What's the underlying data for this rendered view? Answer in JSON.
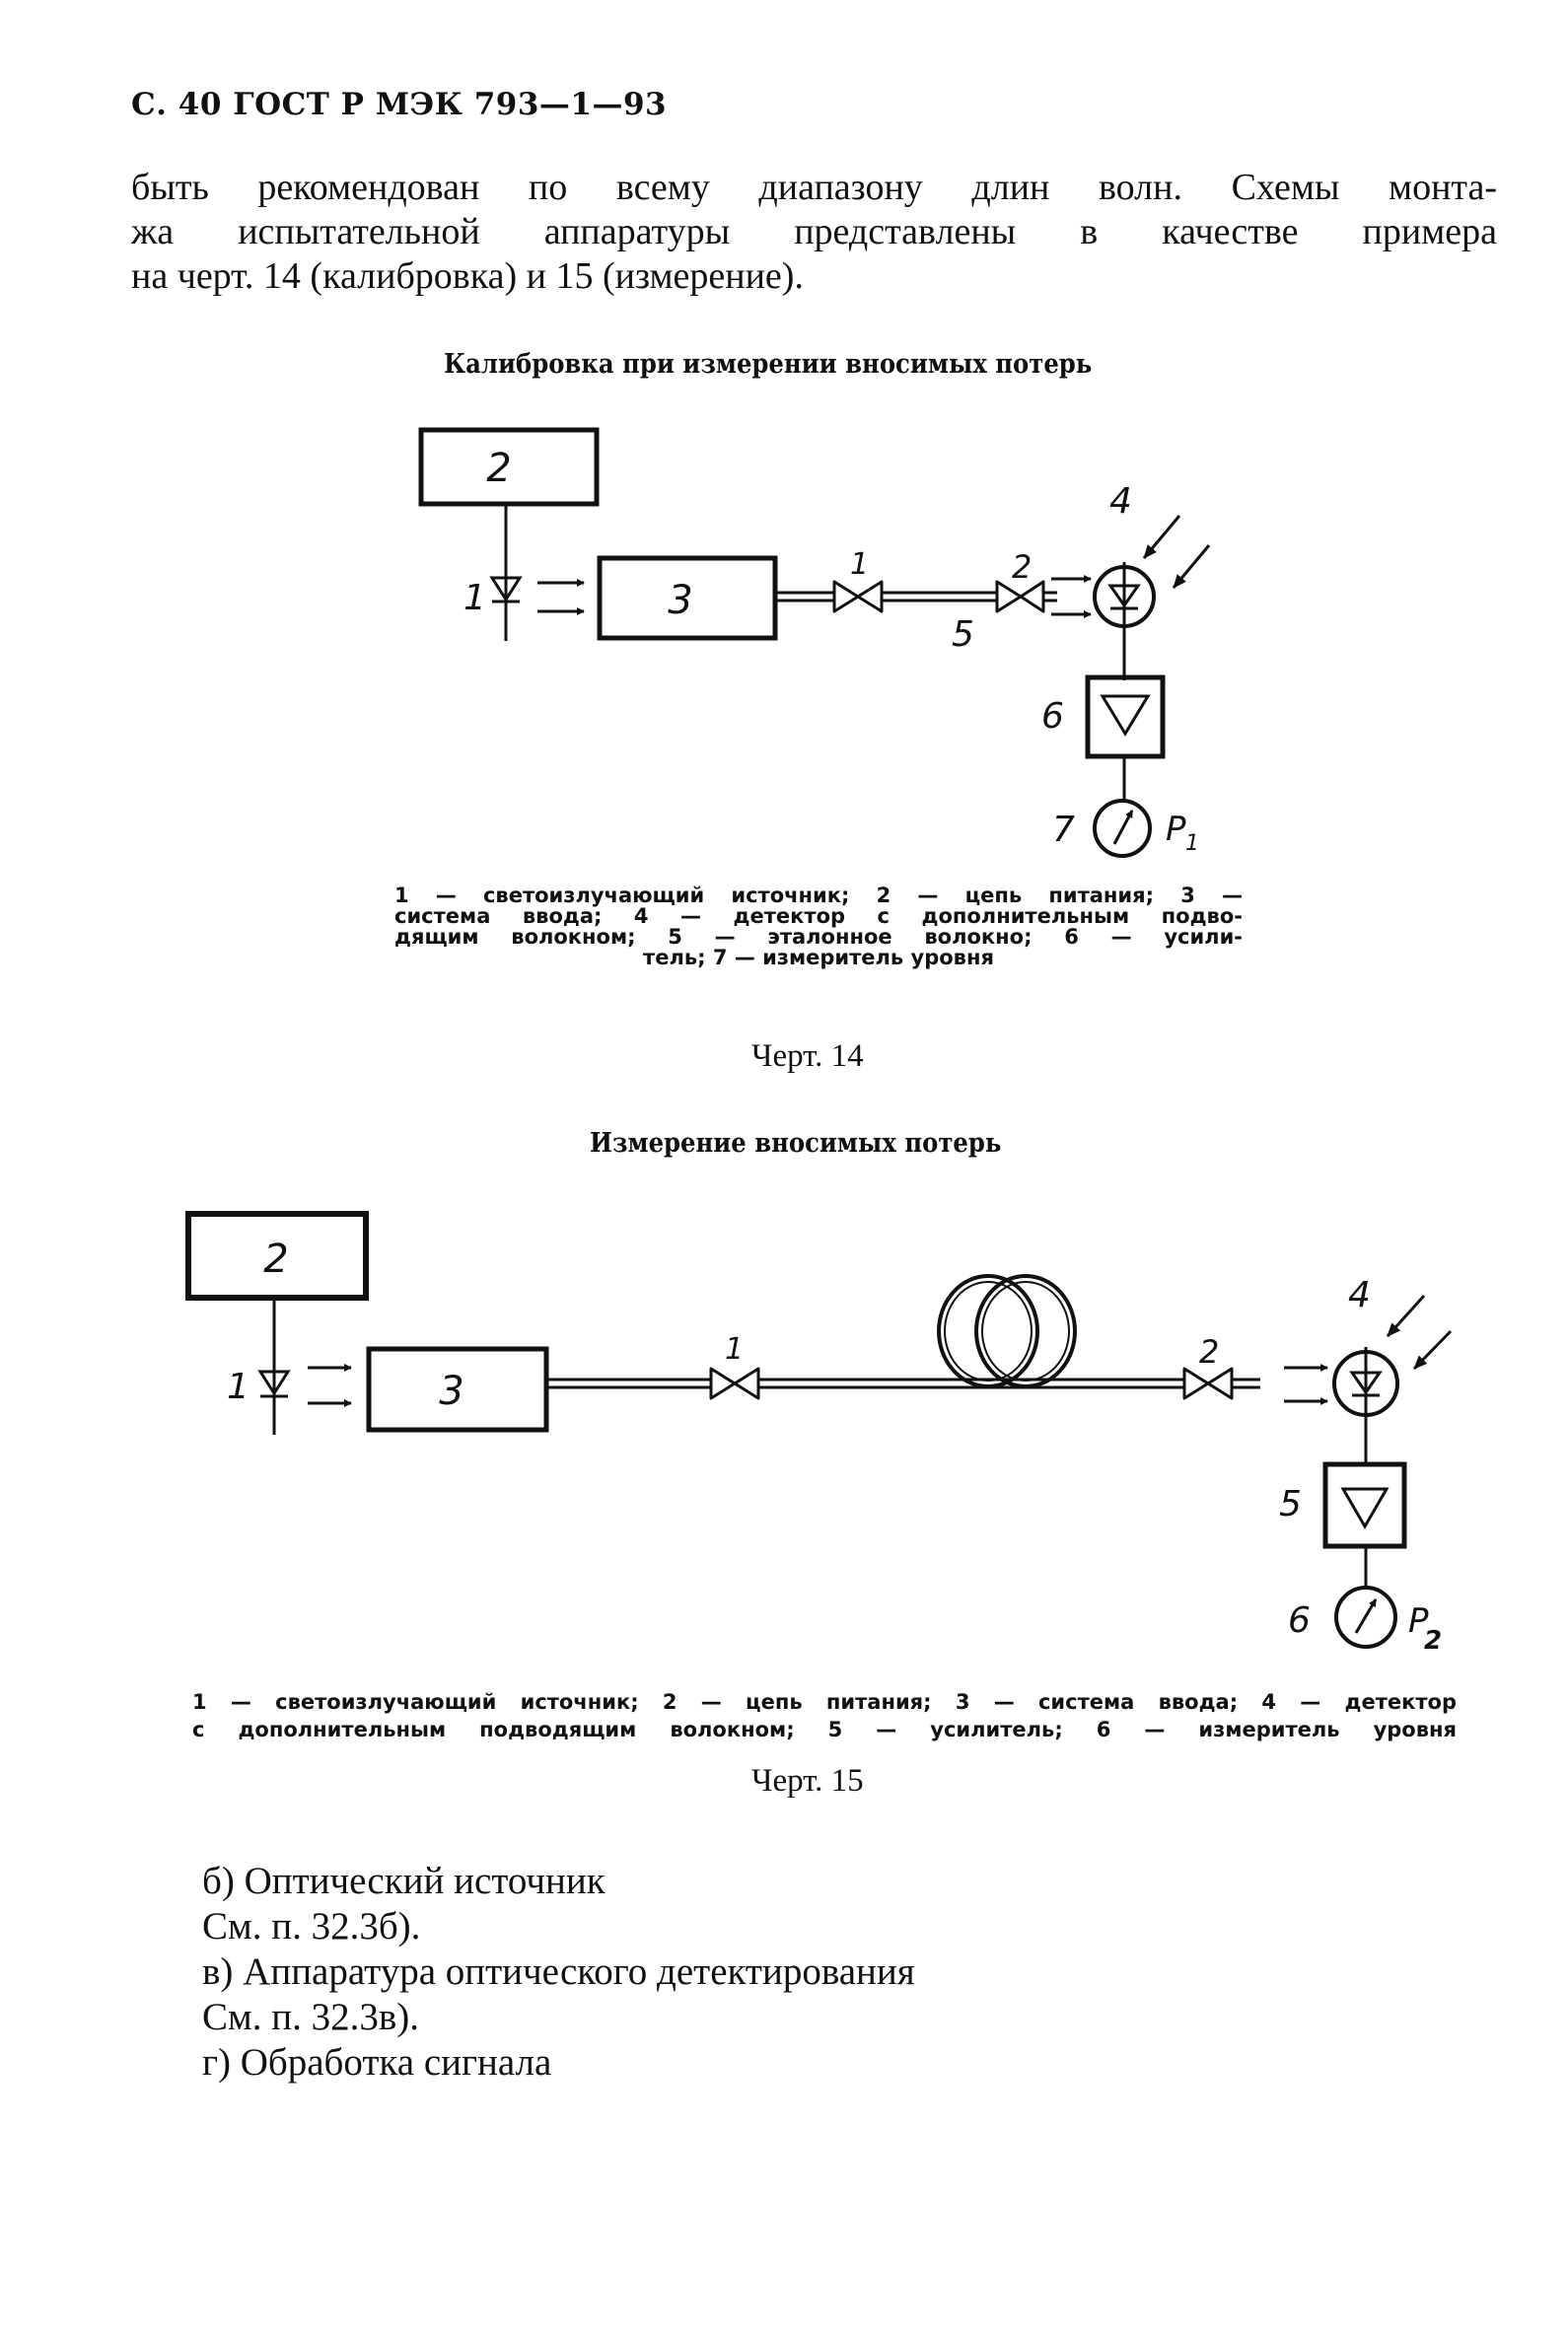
{
  "page_header": "С. 40 ГОСТ Р МЭК 793—1—93",
  "intro_lines": [
    "быть рекомендован по всему диапазону длин волн. Схемы монта-",
    "жа испытательной аппаратуры представлены в качестве примера",
    "на черт. 14 (калибровка) и 15 (измерение)."
  ],
  "figure14": {
    "title": "Калибровка при измерении вносимых потерь",
    "labels": {
      "source": "1",
      "power_circuit": "2",
      "input_system": "3",
      "connector_1": "1",
      "connector_2": "2",
      "detector": "4",
      "reference_fiber": "5",
      "amplifier": "6",
      "meter": "7",
      "meter_reading": "P",
      "meter_reading_sub": "1"
    },
    "caption_lines": [
      "1 — светоизлучающий источник; 2 — цепь питания; 3 —",
      "система ввода; 4 — детектор с дополнительным подво-",
      "дящим волокном; 5 — эталонное волокно; 6 — усили-",
      "тель; 7 — измеритель уровня"
    ],
    "number": "Черт. 14"
  },
  "figure15": {
    "title": "Измерение вносимых потерь",
    "labels": {
      "source": "1",
      "power_circuit": "2",
      "input_system": "3",
      "connector_1": "1",
      "connector_2": "2",
      "detector": "4",
      "amplifier": "5",
      "meter": "6",
      "meter_reading": "P",
      "meter_reading_sub": "2"
    },
    "caption_lines": [
      "1 — светоизлучающий источник; 2 — цепь питания; 3 — система ввода; 4 — детектор",
      "с дополнительным подводящим волокном; 5 — усилитель; 6 — измеритель уровня"
    ],
    "number": "Черт. 15"
  },
  "list_items": [
    "б) Оптический источник",
    "См. п. 32.3б).",
    "в) Аппаратура оптического детектирования",
    "См. п. 32.3в).",
    "г) Обработка сигнала"
  ]
}
